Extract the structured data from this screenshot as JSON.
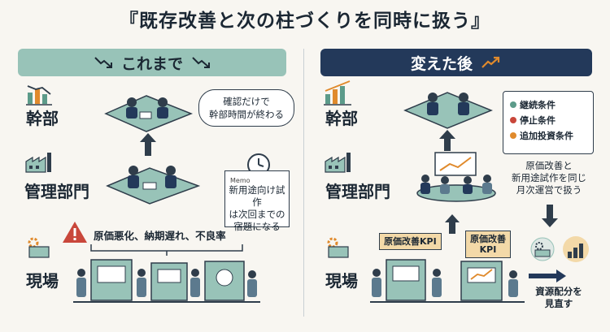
{
  "title": "『既存改善と次の柱づくりを同時に扱う』",
  "left": {
    "header": "これまで",
    "rows": {
      "top": "幹部",
      "middle": "管理部門",
      "bottom": "現場"
    },
    "bubble_thought": "確認だけで\n幹部時間が終わる",
    "memo_tag": "Memo",
    "memo_text": "新用途向け試作\nは次回までの\n宿題になる",
    "alert_text": "原価悪化、納期遅れ、不良率"
  },
  "right": {
    "header": "変えた後",
    "rows": {
      "top": "幹部",
      "middle": "管理部門",
      "bottom": "現場"
    },
    "conditions": [
      "継続条件",
      "停止条件",
      "追加投資条件"
    ],
    "meeting_text": "原価改善と\n新用途試作を同じ\n月次運営で扱う",
    "kpi_left": "原価改善KPI",
    "kpi_right": "原価改善\nKPI",
    "resource_text": "資源配分を\n見直す"
  },
  "colors": {
    "teal": "#98c3b8",
    "navy": "#23395a",
    "green_dot": "#5c9b8a",
    "red_dot": "#c9473b",
    "orange_dot": "#e08a2c",
    "alert_red": "#c9473b"
  },
  "icons": [
    "trend-down-icon",
    "trend-up-icon",
    "bar-chart-icon",
    "factory-icon",
    "gear-icon",
    "clock-icon",
    "warning-icon"
  ]
}
